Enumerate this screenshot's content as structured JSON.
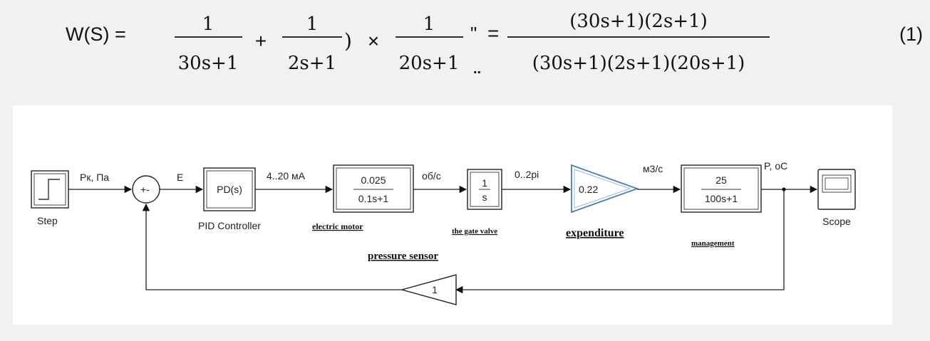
{
  "equation": {
    "lhs": "W(S) =",
    "f1_num": "1",
    "f1_den": "30s+1",
    "plus": "+",
    "f2_num": "1",
    "f2_den": "2s+1",
    "paren_close": ")",
    "times": "×",
    "f3_num": "1",
    "f3_den": "20s+1",
    "stray_quote": "\"",
    "stray_dots": "..",
    "equals": "=",
    "result_num": "(30s+1)(2s+1)",
    "result_den": "(30s+1)(2s+1)(20s+1)",
    "eq_number": "(1)"
  },
  "diagram": {
    "step_label": "Step",
    "signal_pk": "Pк, Па",
    "signal_e": "E",
    "sum_signs": "+-",
    "pid_text": "PD(s)",
    "pid_label": "PID Controller",
    "signal_ma": "4..20 мА",
    "motor_num": "0.025",
    "motor_den": "0.1s+1",
    "motor_label": "electric motor",
    "signal_rps": "об/с",
    "integrator_num": "1",
    "integrator_den": "s",
    "valve_label": "the gate valve",
    "signal_pi": "0..2pi",
    "gain_value": "0.22",
    "gain_label": "expenditure",
    "signal_flow": "м3/с",
    "mgmt_num": "25",
    "mgmt_den": "100s+1",
    "mgmt_label": "management",
    "signal_p": "P, oC",
    "scope_label": "Scope",
    "feedback_gain": "1",
    "sensor_label": "pressure sensor"
  }
}
